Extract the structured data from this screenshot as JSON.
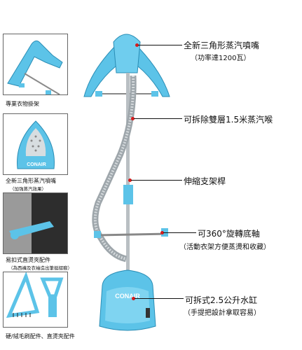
{
  "thumbnails": [
    {
      "caption": "專業衣物掛架"
    },
    {
      "caption": "全新三角形蒸汽噴嘴",
      "note": "（加強蒸汽效果）",
      "brand": "CONAIR"
    },
    {
      "caption": "易扣式直燙夾配件",
      "note": "（為西褲及衣袖造出筆挺摺痕）"
    },
    {
      "caption": "硬/絨毛刷配件、直燙夾配件"
    }
  ],
  "callouts": [
    {
      "label": "全新三角形蒸汽噴嘴",
      "sub": "（功率達1200瓦）"
    },
    {
      "label": "可拆除雙層1.5米蒸汽喉",
      "sub": ""
    },
    {
      "label": "伸縮支架桿",
      "sub": ""
    },
    {
      "label": "可360°旋轉底軸",
      "sub": "（活動衣架方便蒸燙和收藏）"
    },
    {
      "label": "可拆式2.5公升水缸",
      "sub": "（手提把設計拿取容易）"
    }
  ],
  "product": {
    "brand": "CONAIR"
  },
  "colors": {
    "accent": "#5cc3e8",
    "dot": "#d81b1b"
  }
}
